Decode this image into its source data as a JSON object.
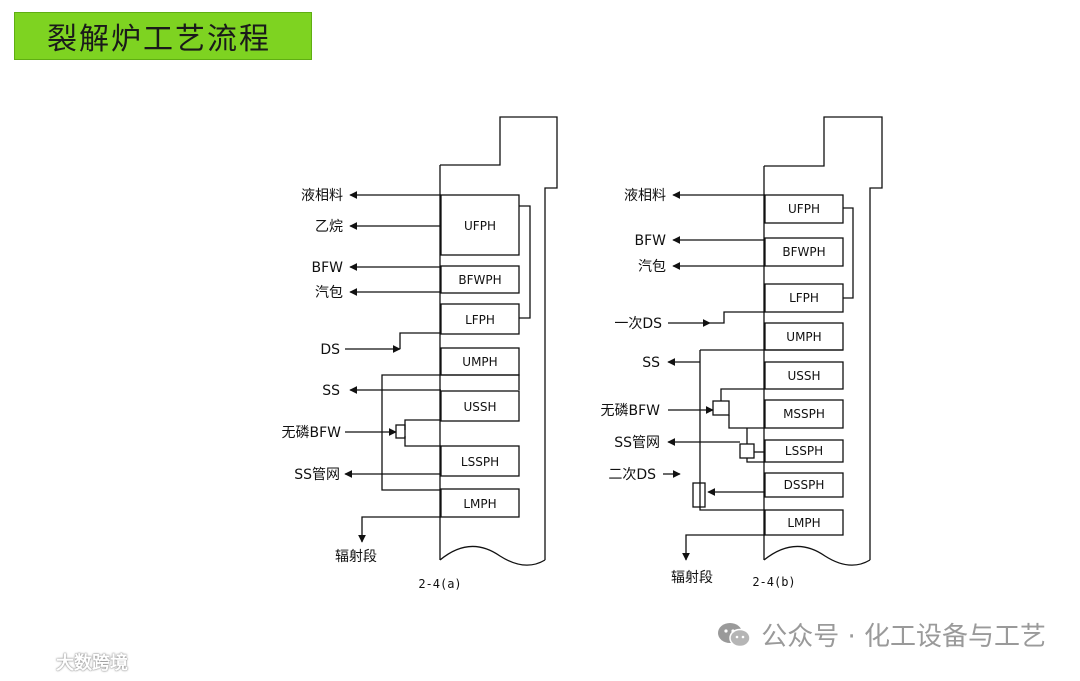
{
  "title": "裂解炉工艺流程",
  "diagram_a": {
    "caption": "2-4(a)",
    "blocks": [
      "UFPH",
      "BFWPH",
      "LFPH",
      "UMPH",
      "USSH",
      "LSSPH",
      "LMPH"
    ],
    "labels": [
      "液相料",
      "乙烷",
      "BFW",
      "汽包",
      "DS",
      "SS",
      "无磷BFW",
      "SS管网",
      "辐射段"
    ]
  },
  "diagram_b": {
    "caption": "2-4(b)",
    "blocks": [
      "UFPH",
      "BFWPH",
      "LFPH",
      "UMPH",
      "USSH",
      "MSSPH",
      "LSSPH",
      "DSSPH",
      "LMPH"
    ],
    "labels": [
      "液相料",
      "BFW",
      "汽包",
      "一次DS",
      "SS",
      "无磷BFW",
      "SS管网",
      "二次DS",
      "辐射段"
    ]
  },
  "watermark": {
    "text": "公众号 · 化工设备与工艺",
    "icon": "wechat-icon"
  },
  "corner_mark": {
    "text": "大数跨境",
    "icon": "logo-icon"
  }
}
